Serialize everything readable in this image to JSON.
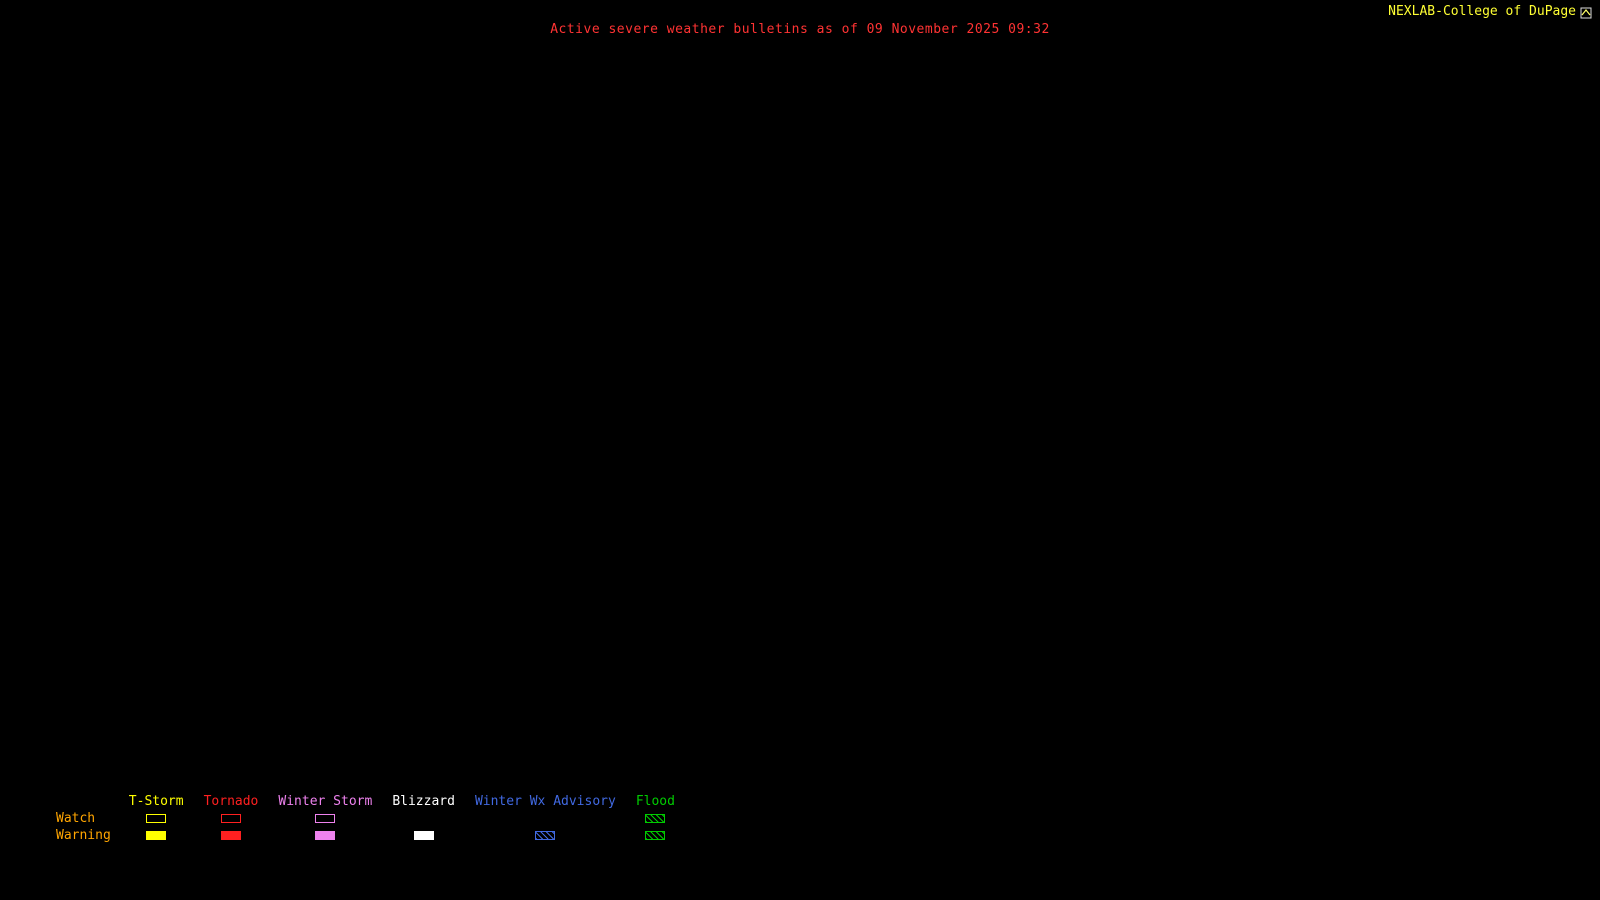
{
  "header": {
    "title": "Active severe weather bulletins as of 09 November 2025 09:32",
    "title_color": "#ff3333",
    "brand": "NEXLAB-College of DuPage",
    "brand_color": "#ffff33",
    "logo_icon": "cod-logo-icon"
  },
  "map": {
    "background_color": "#000000",
    "active_bulletin_polygons_visible": "none"
  },
  "legend": {
    "row_labels": [
      "Watch",
      "Warning"
    ],
    "row_label_color": "#ffa500",
    "categories": [
      {
        "label": "T-Storm",
        "color": "#ffff00",
        "watch": "outline",
        "warning": "fill"
      },
      {
        "label": "Tornado",
        "color": "#ff2020",
        "watch": "outline",
        "warning": "fill"
      },
      {
        "label": "Winter Storm",
        "color": "#ee82ee",
        "watch": "outline",
        "warning": "fill"
      },
      {
        "label": "Blizzard",
        "color": "#ffffff",
        "watch": "none",
        "warning": "fill"
      },
      {
        "label": "Winter Wx Advisory",
        "color": "#4169e1",
        "watch": "none",
        "warning": "hatch"
      },
      {
        "label": "Flood",
        "color": "#00cc00",
        "watch": "hatch",
        "warning": "hatch"
      }
    ]
  }
}
